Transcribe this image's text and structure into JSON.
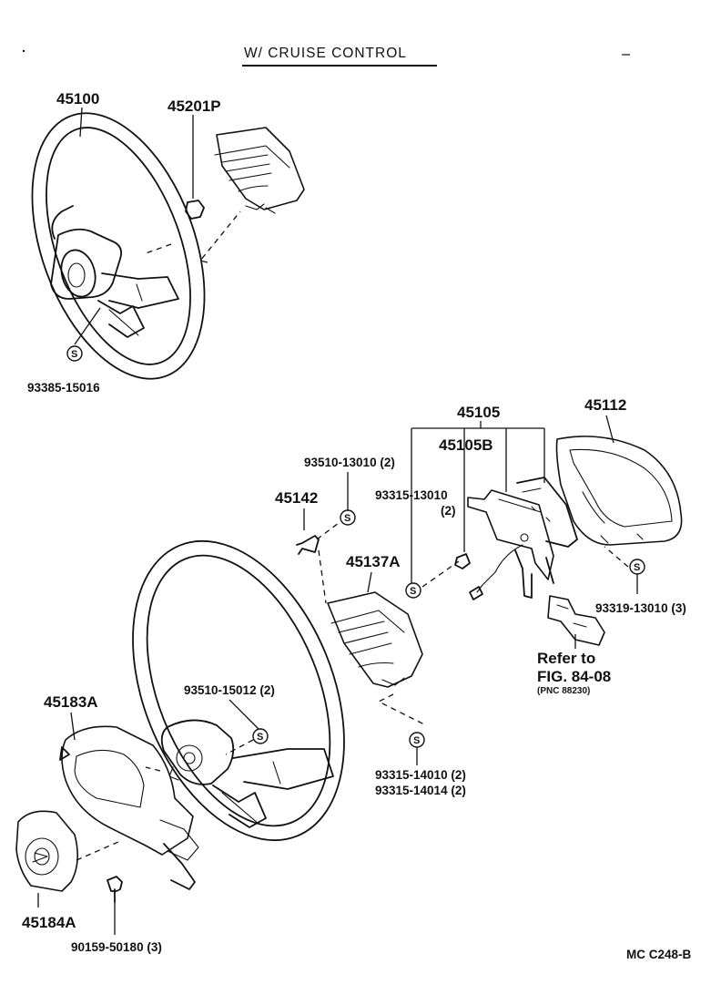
{
  "header": {
    "title": "W/ CRUISE CONTROL"
  },
  "footer": {
    "code": "MC  C248-B"
  },
  "symbol": {
    "s_mark": "S"
  },
  "labels": {
    "p45100": "45100",
    "p45201P": "45201P",
    "p93385": "93385-15016",
    "p45105": "45105",
    "p45105B": "45105B",
    "p45112": "45112",
    "p93510_13010": "93510-13010 (2)",
    "p45142": "45142",
    "p93315_13010": "93315-13010",
    "p93315_13010_qty": "(2)",
    "p45137A": "45137A",
    "p93319": "93319-13010 (3)",
    "refer_to": "Refer to",
    "fig": "FIG. 84-08",
    "pnc": "(PNC 88230)",
    "p45183A": "45183A",
    "p93510_15012": "93510-15012 (2)",
    "p93315_14010": "93315-14010 (2)",
    "p93315_14014": "93315-14014 (2)",
    "p45184A": "45184A",
    "p90159": "90159-50180 (3)"
  }
}
